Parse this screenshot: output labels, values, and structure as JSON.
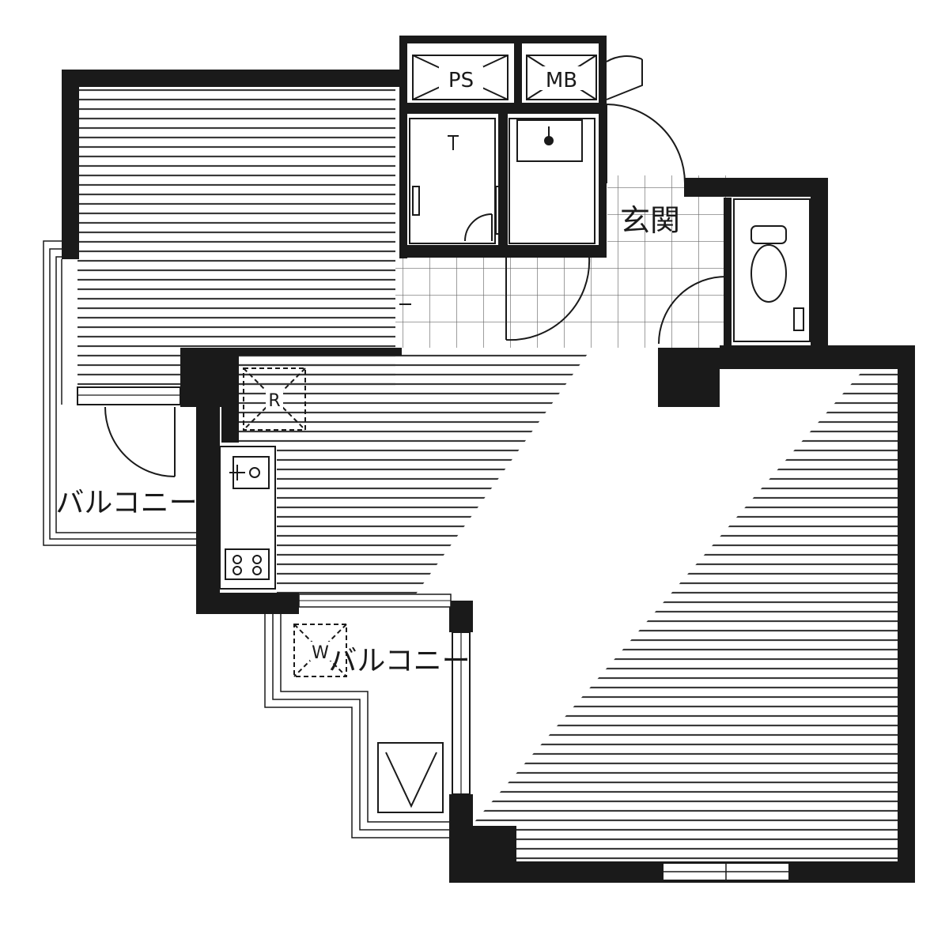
{
  "plan": {
    "labels": {
      "ps": "PS",
      "mb": "MB",
      "entrance": "玄関",
      "balcony_left": "バルコニー",
      "balcony_bottom": "バルコニー",
      "fridge": "R",
      "washer": "W"
    }
  },
  "colors": {
    "wall": "#1a1a1a",
    "floor_hatch": "#3a3a3a",
    "background": "#ffffff"
  }
}
